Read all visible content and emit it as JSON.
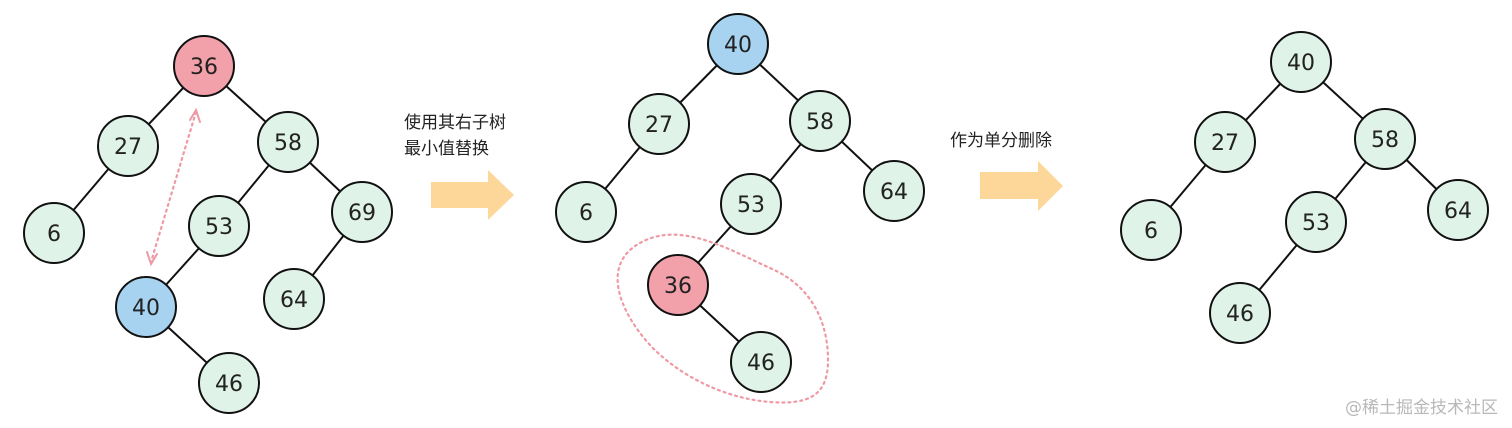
{
  "colors": {
    "node_default": "#dff3e8",
    "node_deleted": "#f2a0a9",
    "node_replacement": "#a7d3f0",
    "arrow": "#fdd79a",
    "dotted": "#ee9aa5",
    "stroke": "#111111"
  },
  "step1": {
    "caption_line1": "使用其右子树",
    "caption_line2": "最小值替换"
  },
  "step2": {
    "caption": "作为单分删除"
  },
  "watermark": "@稀土掘金技术社区",
  "trees": [
    {
      "name": "tree-original",
      "nodes": [
        {
          "id": "a36",
          "label": "36",
          "role": "deleted"
        },
        {
          "id": "a27",
          "label": "27",
          "role": "default"
        },
        {
          "id": "a58",
          "label": "58",
          "role": "default"
        },
        {
          "id": "a6",
          "label": "6",
          "role": "default"
        },
        {
          "id": "a53",
          "label": "53",
          "role": "default"
        },
        {
          "id": "a69",
          "label": "69",
          "role": "default"
        },
        {
          "id": "a40",
          "label": "40",
          "role": "replacement"
        },
        {
          "id": "a64",
          "label": "64",
          "role": "default"
        },
        {
          "id": "a46",
          "label": "46",
          "role": "default"
        }
      ],
      "edges": [
        [
          "a36",
          "a27"
        ],
        [
          "a36",
          "a58"
        ],
        [
          "a27",
          "a6"
        ],
        [
          "a58",
          "a53"
        ],
        [
          "a58",
          "a69"
        ],
        [
          "a53",
          "a40"
        ],
        [
          "a69",
          "a64"
        ],
        [
          "a40",
          "a46"
        ]
      ]
    },
    {
      "name": "tree-replaced",
      "nodes": [
        {
          "id": "b40",
          "label": "40",
          "role": "replacement"
        },
        {
          "id": "b27",
          "label": "27",
          "role": "default"
        },
        {
          "id": "b58",
          "label": "58",
          "role": "default"
        },
        {
          "id": "b6",
          "label": "6",
          "role": "default"
        },
        {
          "id": "b53",
          "label": "53",
          "role": "default"
        },
        {
          "id": "b64",
          "label": "64",
          "role": "default"
        },
        {
          "id": "b36",
          "label": "36",
          "role": "deleted"
        },
        {
          "id": "b46",
          "label": "46",
          "role": "default"
        }
      ],
      "edges": [
        [
          "b40",
          "b27"
        ],
        [
          "b40",
          "b58"
        ],
        [
          "b27",
          "b6"
        ],
        [
          "b58",
          "b53"
        ],
        [
          "b58",
          "b64"
        ],
        [
          "b53",
          "b36"
        ],
        [
          "b36",
          "b46"
        ]
      ]
    },
    {
      "name": "tree-result",
      "nodes": [
        {
          "id": "c40",
          "label": "40",
          "role": "default"
        },
        {
          "id": "c27",
          "label": "27",
          "role": "default"
        },
        {
          "id": "c58",
          "label": "58",
          "role": "default"
        },
        {
          "id": "c6",
          "label": "6",
          "role": "default"
        },
        {
          "id": "c53",
          "label": "53",
          "role": "default"
        },
        {
          "id": "c64",
          "label": "64",
          "role": "default"
        },
        {
          "id": "c46",
          "label": "46",
          "role": "default"
        }
      ],
      "edges": [
        [
          "c40",
          "c27"
        ],
        [
          "c40",
          "c58"
        ],
        [
          "c27",
          "c6"
        ],
        [
          "c58",
          "c53"
        ],
        [
          "c58",
          "c64"
        ],
        [
          "c53",
          "c46"
        ]
      ]
    }
  ]
}
